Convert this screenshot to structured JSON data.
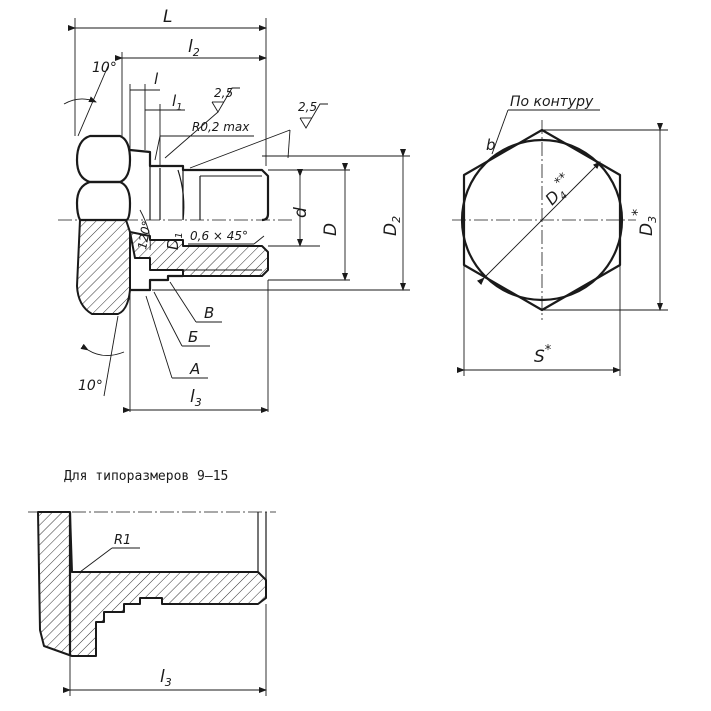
{
  "caption": "Для типоразмеров 9–15",
  "labels": {
    "L": "L",
    "l2": "l",
    "l2_sub": "2",
    "l": "l",
    "l1": "l",
    "l1_sub": "1",
    "l3": "l",
    "l3_sub": "3",
    "l3b": "l",
    "l3b_sub": "3",
    "angle_top": "10°",
    "angle_bottom": "10°",
    "angle_120": "120°",
    "rough_a": "2,5",
    "rough_b": "2,5",
    "r_max": "R0,2 max",
    "chamfer": "0,6 × 45°",
    "d": "d",
    "D": "D",
    "D1": "D",
    "D1_sub": "1",
    "D2": "D",
    "D2_sub": "2",
    "D3": "D",
    "D3_sub": "3",
    "D3_star": "*",
    "D4": "D",
    "D4_sub": "4",
    "D4_star": "**",
    "S": "S",
    "S_star": "*",
    "b": "b",
    "contour": "По контуру",
    "A": "А",
    "B_cyr": "Б",
    "V": "В",
    "R1": "R1"
  }
}
